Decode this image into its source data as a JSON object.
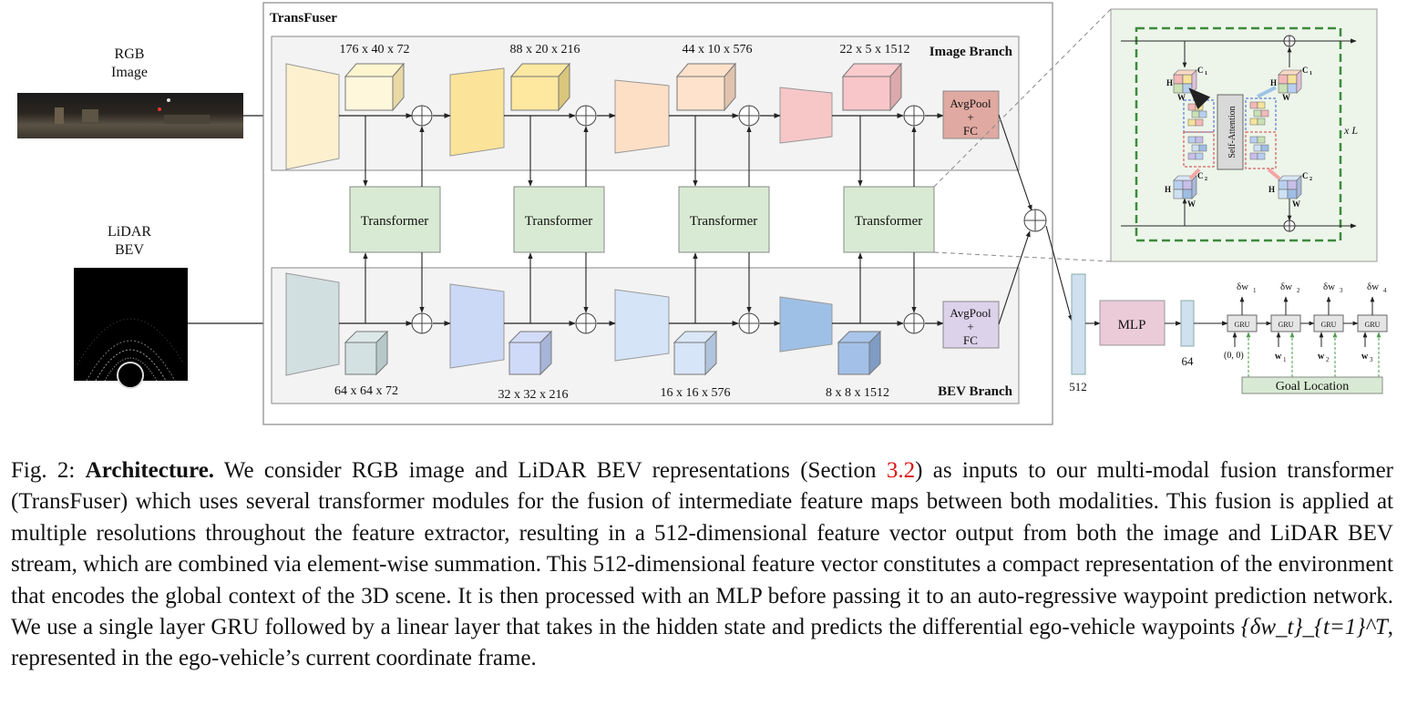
{
  "figure": {
    "transfuser_label": "TransFuser",
    "inputs": {
      "rgb_label_line1": "RGB",
      "rgb_label_line2": "Image",
      "lidar_label_line1": "LiDAR",
      "lidar_label_line2": "BEV"
    },
    "image_branch": {
      "label": "Image Branch",
      "dims": [
        "176 x 40 x 72",
        "88 x 20 x 216",
        "44 x 10 x 576",
        "22 x 5 x 1512"
      ],
      "head_line1": "AvgPool",
      "head_line2": "+",
      "head_line3": "FC"
    },
    "bev_branch": {
      "label": "BEV Branch",
      "dims": [
        "64 x 64 x 72",
        "32 x 32 x 216",
        "16 x 16 x 576",
        "8 x 8 x 1512"
      ],
      "head_line1": "AvgPool",
      "head_line2": "+",
      "head_line3": "FC"
    },
    "transformers": [
      "Transformer",
      "Transformer",
      "Transformer",
      "Transformer"
    ],
    "inset": {
      "self_attention": "Self-Attention",
      "times_l": "x L",
      "h1": "H",
      "w1": "W",
      "c1": "C",
      "h2": "H",
      "w2": "W",
      "c2": "C",
      "sub1": "1",
      "sub2": "2"
    },
    "head": {
      "vec512": "512",
      "mlp": "MLP",
      "vec64": "64",
      "gru_label": "GRU",
      "deltas": [
        "δw",
        "δw",
        "δw",
        "δw"
      ],
      "delta_subs": [
        "1",
        "2",
        "3",
        "4"
      ],
      "gru_inputs": [
        "(0, 0)",
        "w",
        "w",
        "w"
      ],
      "gru_input_subs": [
        "",
        "1",
        "2",
        "3"
      ],
      "goal_location": "Goal Location"
    }
  },
  "caption": {
    "prefix": "Fig. 2:",
    "bold": "Architecture.",
    "text1": "We consider RGB image and LiDAR BEV representations (Section ",
    "section_ref": "3.2",
    "text2": ") as inputs to our multi-modal fusion transformer (TransFuser) which uses several transformer modules for the fusion of intermediate feature maps between both modalities. This fusion is applied at multiple resolutions throughout the feature extractor, resulting in a 512-dimensional feature vector output from both the image and LiDAR BEV stream, which are combined via element-wise summation. This 512-dimensional feature vector constitutes a compact representation of the environment that encodes the global context of the 3D scene. It is then processed with an MLP before passing it to an auto-regressive waypoint prediction network. We use a single layer GRU followed by a linear layer that takes in the hidden state and predicts the differential ego-vehicle waypoints ",
    "math": "{δw_t}_{t=1}^T",
    "text3": ", represented in the ego-vehicle’s current coordinate frame."
  }
}
